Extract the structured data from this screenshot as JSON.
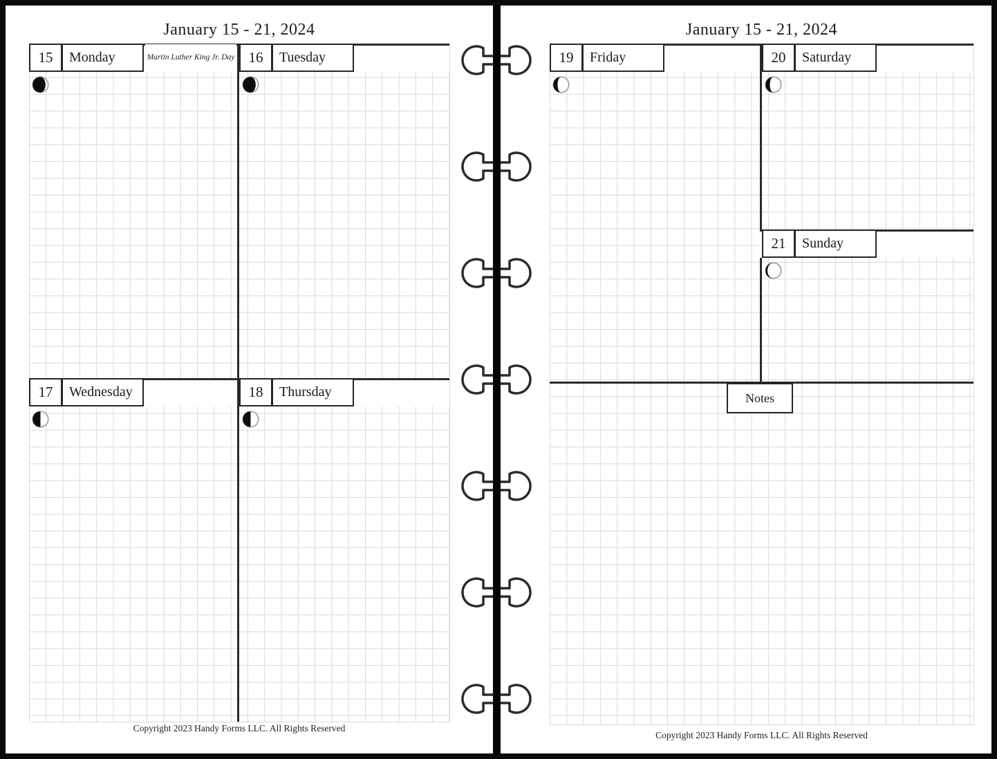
{
  "page_title": "January 15 - 21, 2024",
  "copyright": "Copyright 2023 Handy Forms LLC. All Rights Reserved",
  "notes_label": "Notes",
  "days": {
    "d15": {
      "num": "15",
      "name": "Monday",
      "note": "Martin Luther King Jr. Day",
      "moon_phase": "waxing-crescent"
    },
    "d16": {
      "num": "16",
      "name": "Tuesday",
      "moon_phase": "waxing-crescent"
    },
    "d17": {
      "num": "17",
      "name": "Wednesday",
      "moon_phase": "first-quarter"
    },
    "d18": {
      "num": "18",
      "name": "Thursday",
      "moon_phase": "first-quarter"
    },
    "d19": {
      "num": "19",
      "name": "Friday",
      "moon_phase": "waxing-gibbous"
    },
    "d20": {
      "num": "20",
      "name": "Saturday",
      "moon_phase": "waxing-gibbous"
    },
    "d21": {
      "num": "21",
      "name": "Sunday",
      "moon_phase": "near-full"
    }
  },
  "colors": {
    "ink": "#1b1b1b",
    "rule": "#2a2a2a",
    "grid_line": "#d9d9de",
    "spine": "#050505",
    "paper": "#ffffff"
  }
}
